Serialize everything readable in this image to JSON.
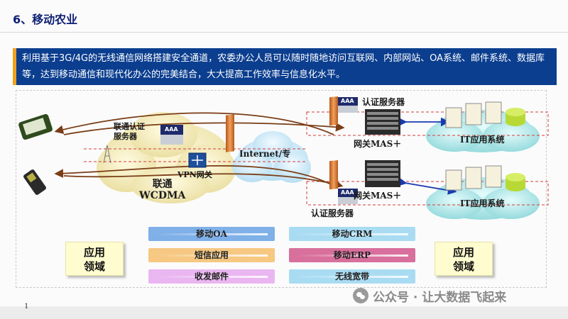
{
  "title": "6、移动农业",
  "intro": "利用基于3G/4G的无线通信网络搭建安全通道，农委办公人员可以随时随地访问互联网、内部网站、OA系统、邮件系统、数据库等，达到移动通信和现代化办公的完美结合，大大提高工作效率与信息化水平。",
  "diagram": {
    "unicom_auth": "联通认证\n服务器",
    "aaa": "AAA",
    "vpn_gateway": "VPN网关",
    "unicom_network": "联通\nWCDMA",
    "internet": "Internet/专",
    "auth_server_top": "认证服务器",
    "gateway_top": "网关MAS＋",
    "gateway_bottom": "网关MAS＋",
    "auth_server_bottom": "认证服务器",
    "it_system_top": "IT应用系统",
    "it_system_bottom": "IT应用系统"
  },
  "applications": {
    "left_domain": "应用\n领域",
    "right_domain": "应用\n领域",
    "items": [
      {
        "label": "移动OA",
        "color": "#7fb0e8"
      },
      {
        "label": "短信应用",
        "color": "#f6c882"
      },
      {
        "label": "收发邮件",
        "color": "#eab6f1"
      },
      {
        "label": "移动CRM",
        "color": "#a9dcf2"
      },
      {
        "label": "移动ERP",
        "color": "#d86f9c"
      },
      {
        "label": "无线宽带",
        "color": "#a9dcf2"
      }
    ]
  },
  "page_number": "1",
  "watermark": "公众号 · 让大数据飞起来"
}
